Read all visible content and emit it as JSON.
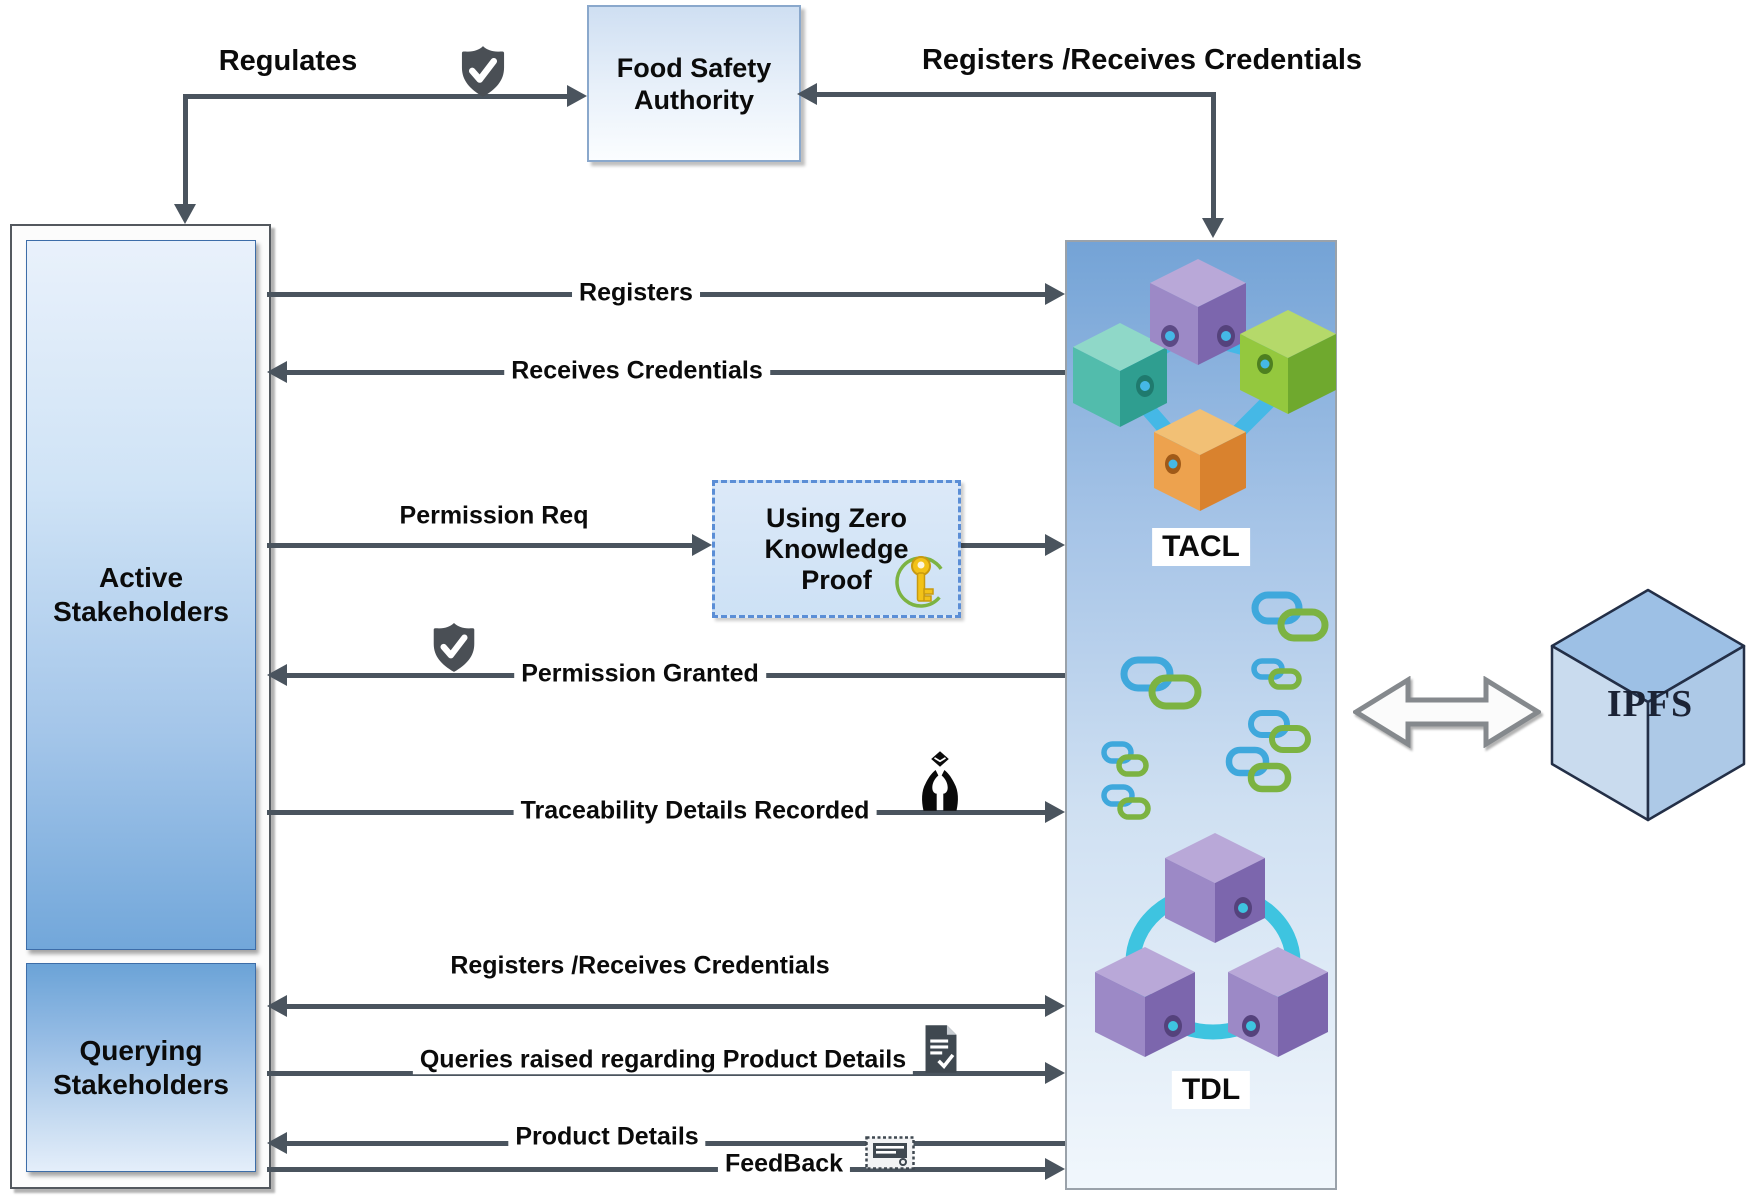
{
  "nodes": {
    "food_safety_authority": {
      "label": "Food Safety Authority"
    },
    "active_stakeholders": {
      "label": "Active Stakeholders"
    },
    "querying_stakeholders": {
      "label": "Querying Stakeholders"
    },
    "zkp": {
      "label": "Using Zero Knowledge Proof"
    },
    "tacl": {
      "label": "TACL"
    },
    "tdl": {
      "label": "TDL"
    },
    "ipfs": {
      "label": "IPFS"
    }
  },
  "authority_links": {
    "regulates": {
      "label": "Regulates",
      "direction": "down"
    },
    "registers_receives": {
      "label": "Registers /Receives Credentials",
      "direction": "left-and-down"
    }
  },
  "flows": [
    {
      "label": "Registers",
      "direction": "right"
    },
    {
      "label": "Receives Credentials",
      "direction": "left"
    },
    {
      "label": "Permission Req",
      "direction": "right",
      "via": "Using Zero Knowledge Proof"
    },
    {
      "label": "Permission Granted",
      "direction": "left",
      "icon": "shield-check-icon"
    },
    {
      "label": "Traceability Details Recorded",
      "direction": "right",
      "icon": "hands-holding-box-icon"
    },
    {
      "label": "Registers /Receives Credentials",
      "direction": "both"
    },
    {
      "label": "Queries raised regarding Product Details",
      "direction": "right",
      "icon": "document-check-icon"
    },
    {
      "label": "Product Details",
      "direction": "left"
    },
    {
      "label": "FeedBack",
      "direction": "right",
      "icon": "feedback-card-icon"
    }
  ],
  "icons": {
    "regulates_badge": "shield-check-icon",
    "zkp_badge": "key-in-green-circle-icon",
    "ipfs_link": "double-headed-arrow-icon",
    "tacl_graphic": "linked-cubes-icon",
    "tdl_graphic": "cubes-in-ring-icon",
    "chains": "chain-links-icon"
  },
  "colors": {
    "arrow": "#4a545e",
    "panel_top": "#74a3d6",
    "panel_bottom": "#f1f7fc",
    "zkp_border": "#5b8ed6",
    "chain_blue": "#3fa8dc",
    "chain_green": "#7cb342",
    "cube_purple": "#9c89c6",
    "cube_teal": "#52bcac",
    "cube_green": "#94c83e",
    "cube_orange": "#eda24e",
    "tube_blue": "#45b8e6",
    "key_gold": "#f2c218",
    "ipfs_cube": "#adc9e7"
  }
}
